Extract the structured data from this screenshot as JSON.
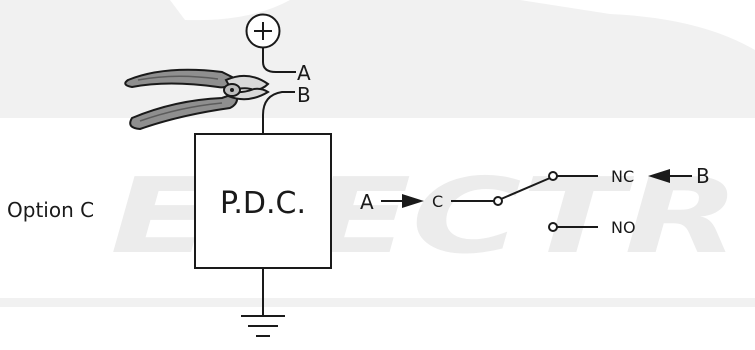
{
  "option_label": "Option C",
  "box_label": "P.D.C.",
  "wire_labels": {
    "a": "A",
    "b": "B"
  },
  "plus_symbol": "+",
  "switch": {
    "input_label": "A",
    "common_label": "C",
    "nc_label": "NC",
    "nc_input_label": "B",
    "no_label": "NO"
  },
  "watermark_text": "ELECTR",
  "colors": {
    "ink": "#1a1a1a",
    "watermark": "#eeeeee",
    "band": "#f0f0f0",
    "plier_handle": "#8f8f8f",
    "plier_handle_dark": "#5c5c5c",
    "plier_metal": "#d9d9d9"
  },
  "icons": {
    "battery_terminal": "plus-terminal-icon",
    "cutter": "wire-cutter-icon",
    "ground": "ground-icon"
  }
}
